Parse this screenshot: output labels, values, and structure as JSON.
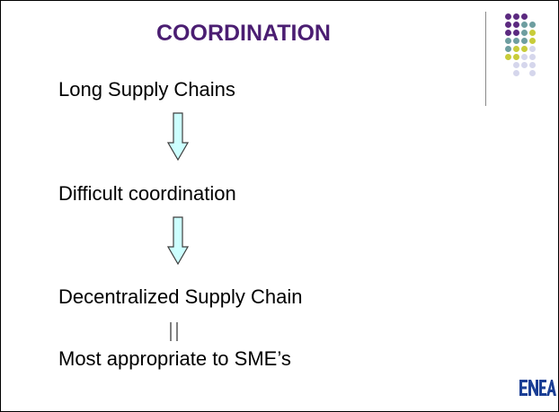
{
  "slide": {
    "title": "COORDINATION",
    "lines": [
      "Long Supply Chains",
      "Difficult coordination",
      "Decentralized Supply Chain",
      "Most appropriate to SME’s"
    ],
    "logo_text": "ENEA"
  },
  "colors": {
    "title": "#4B1E72",
    "text": "#000000",
    "arrow_fill": "#CCFFFF",
    "arrow_stroke": "#3d3d3d",
    "dot_purple": "#5C2A80",
    "dot_teal": "#6E9EA0",
    "dot_yellow": "#C8CC3A",
    "dot_lavender": "#D5D6EC",
    "logo_blue": "#1B3F95"
  },
  "icons": {
    "arrows": [
      "down-arrow-icon",
      "down-arrow-icon"
    ],
    "separator": "double-bar-icon",
    "decoration": "dot-grid-icon",
    "logo": "enea-logo-icon"
  }
}
